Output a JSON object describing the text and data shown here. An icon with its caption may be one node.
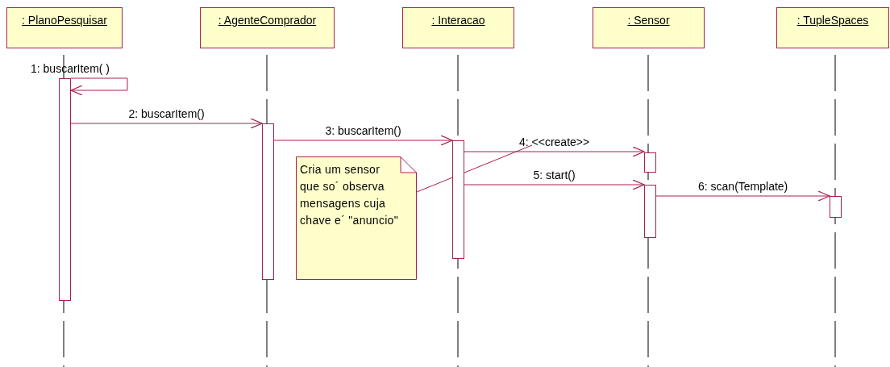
{
  "diagram": {
    "nodes": [
      {
        "text": [
          ": PlanoPesquisar"
        ]
      },
      {
        "text": [
          ": AgenteComprador"
        ]
      },
      {
        "text": [
          ": Interacao"
        ]
      },
      {
        "text": [
          ": Sensor"
        ]
      },
      {
        "text": [
          ": TupleSpaces"
        ]
      },
      {
        "text": [
          "Cria um sensor que so´ observa mensagens cuja chave e´ \"anuncio\""
        ]
      },
      {
        "text": [],
        "shape": "bar"
      },
      {
        "text": [],
        "shape": "bar"
      },
      {
        "text": [],
        "shape": "bar"
      },
      {
        "text": [],
        "shape": "bar"
      },
      {
        "text": [],
        "shape": "bar"
      },
      {
        "text": [],
        "shape": "bar"
      }
    ],
    "edges": [
      {
        "from": 6,
        "to": 6,
        "arrow": "to",
        "label": "1: buscarItem( )"
      },
      {
        "from": 6,
        "to": 7,
        "arrow": "to",
        "label": "2: buscarItem()"
      },
      {
        "from": 7,
        "to": 8,
        "arrow": "to",
        "label": "3: buscarItem()"
      },
      {
        "from": 8,
        "to": 9,
        "arrow": "to",
        "label": "4: <<create>>"
      },
      {
        "from": 8,
        "to": 10,
        "arrow": "to",
        "label": "5: start()"
      },
      {
        "from": 10,
        "to": 11,
        "arrow": "to",
        "label": "6: scan(Template)"
      },
      {
        "from": 5,
        "to": null,
        "arrow": "none"
      }
    ]
  }
}
